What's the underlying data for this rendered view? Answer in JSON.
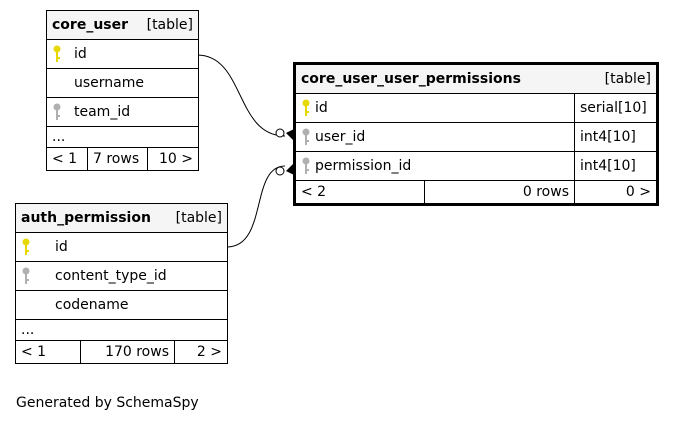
{
  "tables": {
    "core_user": {
      "name": "core_user",
      "type": "[table]",
      "columns": [
        {
          "name": "id",
          "key": "primary"
        },
        {
          "name": "username",
          "key": "none"
        },
        {
          "name": "team_id",
          "key": "foreign"
        }
      ],
      "ellipsis": "...",
      "nav": {
        "prev": "< 1",
        "rows": "7 rows",
        "next": "10 >"
      }
    },
    "auth_permission": {
      "name": "auth_permission",
      "type": "[table]",
      "columns": [
        {
          "name": "id",
          "key": "primary"
        },
        {
          "name": "content_type_id",
          "key": "foreign"
        },
        {
          "name": "codename",
          "key": "none"
        }
      ],
      "ellipsis": "...",
      "nav": {
        "prev": "< 1",
        "rows": "170 rows",
        "next": "2 >"
      }
    },
    "core_user_user_permissions": {
      "name": "core_user_user_permissions",
      "type": "[table]",
      "columns": [
        {
          "name": "id",
          "key": "primary",
          "dtype": "serial[10]"
        },
        {
          "name": "user_id",
          "key": "foreign",
          "dtype": "int4[10]"
        },
        {
          "name": "permission_id",
          "key": "foreign",
          "dtype": "int4[10]"
        }
      ],
      "nav": {
        "prev": "< 2",
        "rows": "0 rows",
        "next": "0 >"
      }
    }
  },
  "colors": {
    "primary_key": "#e6d800",
    "foreign_key": "#b0b0b0",
    "header_bg": "#f5f5f5"
  },
  "footer": "Generated by SchemaSpy"
}
